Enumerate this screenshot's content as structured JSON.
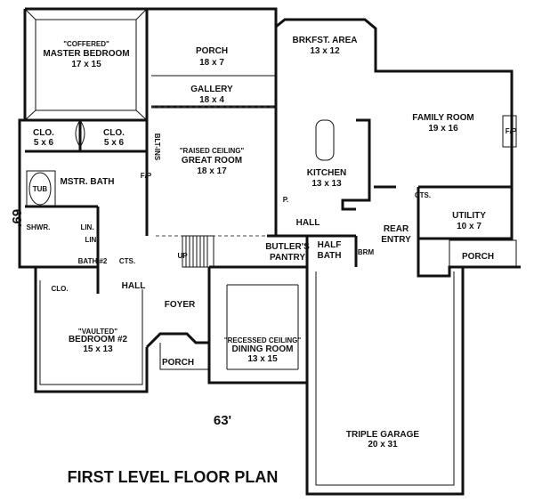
{
  "plan": {
    "title": "FIRST LEVEL FLOOR PLAN",
    "width_dim": "63'",
    "depth_dim": "69'"
  },
  "rooms": {
    "master_bedroom": {
      "note": "\"COFFERED\"",
      "name": "MASTER BEDROOM",
      "size": "17 x 15"
    },
    "porch_top": {
      "name": "PORCH",
      "size": "18 x 7"
    },
    "brkfst": {
      "name": "BRKFST. AREA",
      "size": "13 x 12"
    },
    "gallery": {
      "name": "GALLERY",
      "size": "18 x 4"
    },
    "family_room": {
      "name": "FAMILY ROOM",
      "size": "19 x 16"
    },
    "clo_left": {
      "name": "CLO.",
      "size": "5 x 6"
    },
    "clo_right": {
      "name": "CLO.",
      "size": "5 x 6"
    },
    "great_room": {
      "note": "\"RAISED CEILING\"",
      "name": "GREAT ROOM",
      "size": "18 x 17"
    },
    "kitchen": {
      "name": "KITCHEN",
      "size": "13 x 13"
    },
    "mstr_bath": {
      "name": "MSTR. BATH"
    },
    "tub": {
      "name": "TUB"
    },
    "shwr": {
      "name": "SHWR."
    },
    "lin1": {
      "name": "LIN."
    },
    "lin2": {
      "name": "LIN."
    },
    "hall_center": {
      "name": "HALL"
    },
    "utility": {
      "name": "UTILITY",
      "size": "10 x 7"
    },
    "rear_entry": {
      "name": "REAR\nENTRY",
      "line1": "REAR",
      "line2": "ENTRY"
    },
    "butlers_pantry": {
      "line1": "BUTLER'S",
      "line2": "PANTRY"
    },
    "half_bath": {
      "line1": "HALF",
      "line2": "BATH"
    },
    "brm": {
      "name": "BRM"
    },
    "porch_right": {
      "name": "PORCH"
    },
    "bath2": {
      "name": "BATH #2"
    },
    "clo_bed2": {
      "name": "CLO."
    },
    "cts": {
      "name": "CTS."
    },
    "hall_left": {
      "name": "HALL"
    },
    "foyer": {
      "name": "FOYER"
    },
    "bedroom2": {
      "note": "\"VAULTED\"",
      "name": "BEDROOM #2",
      "size": "15 x 13"
    },
    "dining": {
      "note": "\"RECESSED CEILING\"",
      "name": "DINING ROOM",
      "size": "13 x 15"
    },
    "porch_front": {
      "name": "PORCH"
    },
    "garage": {
      "name": "TRIPLE GARAGE",
      "size": "20 x 31"
    },
    "fp1": {
      "name": "F/P"
    },
    "fp2": {
      "name": "F/P"
    },
    "bltins": {
      "name": "BLT-INS"
    },
    "cts_util": {
      "name": "CTS."
    },
    "up": {
      "name": "UP"
    },
    "p": {
      "name": "P."
    }
  }
}
